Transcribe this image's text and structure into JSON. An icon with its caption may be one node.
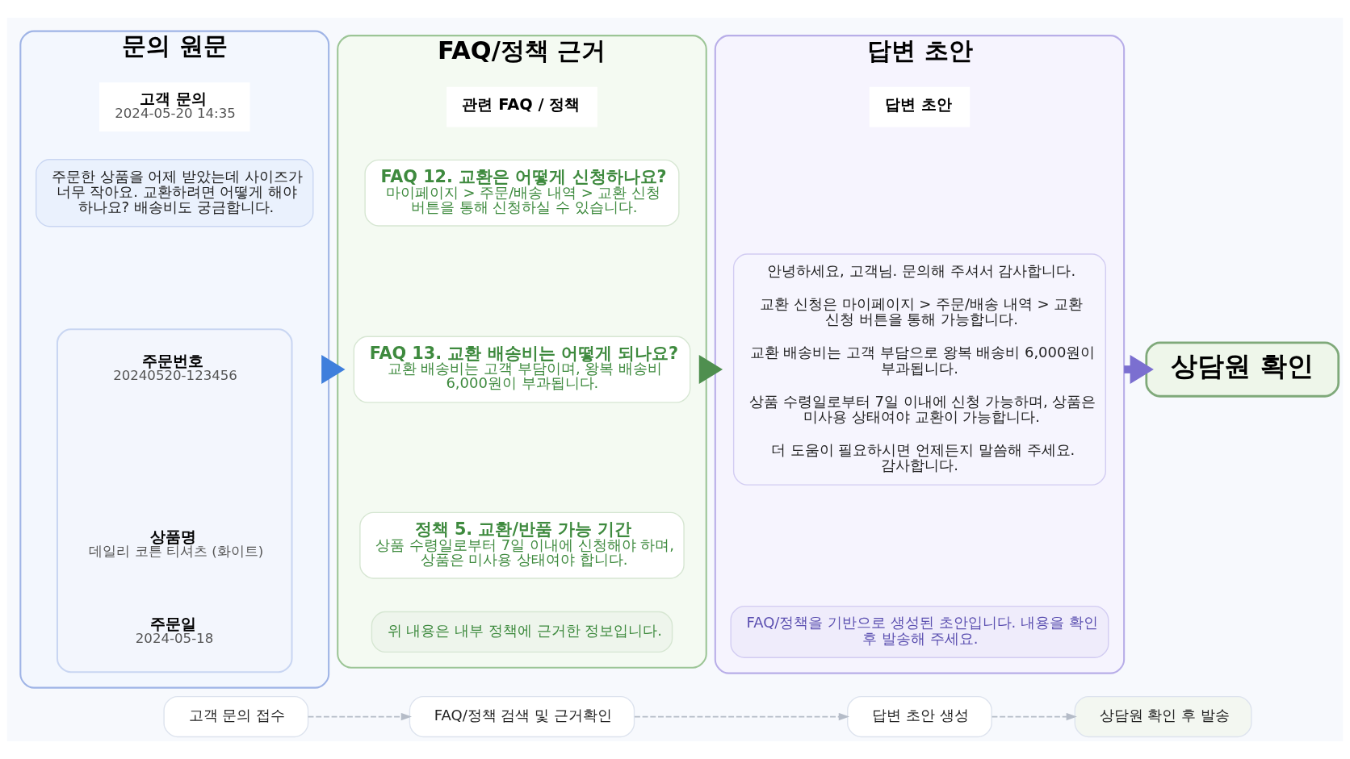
{
  "diagram": {
    "nodes": [
      {
        "text": [
          "문의 원문"
        ]
      },
      {
        "text": [
          "고객 문의",
          "2024-05-20 14:35"
        ],
        "in": 0
      },
      {
        "text": [
          "주문한 상품을 어제 받았는데 사이즈가 너무 작아요. 교환하려면 어떻게 해야 하나요? 배송비도 궁금합니다."
        ],
        "in": 0
      },
      {
        "text": [],
        "shape": "box",
        "in": 0
      },
      {
        "text": [
          "주문번호",
          "20240520-123456"
        ],
        "in": 3
      },
      {
        "text": [
          "상품명",
          "데일리 코튼 티셔츠 (화이트)"
        ],
        "in": 3
      },
      {
        "text": [
          "주문일",
          "2024-05-18"
        ],
        "in": 3
      },
      {
        "text": [
          "FAQ/정책 근거"
        ]
      },
      {
        "text": [
          "관련 FAQ / 정책"
        ],
        "in": 7
      },
      {
        "text": [
          "FAQ 12. 교환은 어떻게 신청하나요?",
          "마이페이지 > 주문/배송 내역 > 교환 신청 버튼을 통해 신청하실 수 있습니다."
        ],
        "in": 7
      },
      {
        "text": [
          "FAQ 13. 교환 배송비는 어떻게 되나요?",
          "교환 배송비는 고객 부담이며, 왕복 배송비 6,000원이 부과됩니다."
        ],
        "in": 7
      },
      {
        "text": [
          "정책 5. 교환/반품 가능 기간",
          "상품 수령일로부터 7일 이내에 신청해야 하며, 상품은 미사용 상태여야 합니다."
        ],
        "in": 7
      },
      {
        "text": [
          "위 내용은 내부 정책에 근거한 정보입니다."
        ],
        "in": 7
      },
      {
        "text": [
          "답변 초안"
        ]
      },
      {
        "text": [
          "답변 초안"
        ],
        "in": 13
      },
      {
        "text": [
          "안녕하세요, 고객님. 문의해 주셔서 감사합니다.",
          "교환 신청은 마이페이지 > 주문/배송 내역 > 교환 신청 버튼을 통해 가능합니다.",
          "교환 배송비는 고객 부담으로 왕복 배송비 6,000원이 부과됩니다.",
          "상품 수령일로부터 7일 이내에 신청 가능하며, 상품은 미사용 상태여야 교환이 가능합니다.",
          "더 도움이 필요하시면 언제든지 말씀해 주세요. 감사합니다."
        ],
        "in": 13
      },
      {
        "text": [
          "FAQ/정책을 기반으로 생성된 초안입니다. 내용을 확인 후 발송해 주세요."
        ],
        "in": 13
      },
      {
        "text": [
          "상담원 확인"
        ]
      },
      {
        "text": [
          "고객 문의 접수"
        ]
      },
      {
        "text": [
          "FAQ/정책 검색 및 근거확인"
        ]
      },
      {
        "text": [
          "답변 초안 생성"
        ]
      },
      {
        "text": [
          "상담원 확인 후 발송"
        ]
      }
    ],
    "edges": [
      {
        "from": 0,
        "to": 7,
        "arrow": "to",
        "style": "thick",
        "color": "#3f7fdc"
      },
      {
        "from": 7,
        "to": 13,
        "arrow": "to",
        "style": "thick",
        "color": "#4f8f4f"
      },
      {
        "from": 13,
        "to": 17,
        "arrow": "to",
        "style": "thick",
        "color": "#7b6fd0"
      },
      {
        "from": 18,
        "to": 19,
        "arrow": "to",
        "style": "dashed"
      },
      {
        "from": 19,
        "to": 20,
        "arrow": "to",
        "style": "dashed"
      },
      {
        "from": 20,
        "to": 21,
        "arrow": "to",
        "style": "dashed"
      }
    ]
  }
}
